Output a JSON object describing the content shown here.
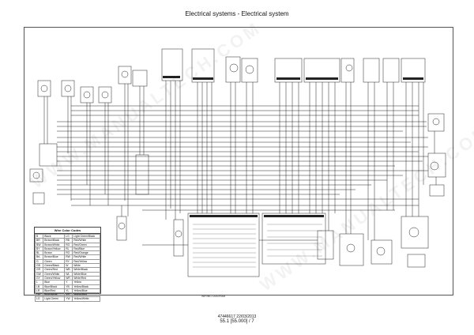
{
  "header": {
    "title": "Electrical systems - Electrical system"
  },
  "legend": {
    "title": "Wire Color Codes",
    "rows": [
      [
        "B",
        "Black",
        "LG",
        "Light Green/Black"
      ],
      [
        "BR",
        "Brown/Black",
        "RB",
        "Red/White"
      ],
      [
        "BW",
        "Brown/White",
        "RG",
        "Red/Green"
      ],
      [
        "BY",
        "Brown/Yellow",
        "RL",
        "Red/Blue"
      ],
      [
        "BL",
        "Brown",
        "RO",
        "Red/Orange"
      ],
      [
        "BrL",
        "Brown/Blue",
        "RW",
        "Red/White"
      ],
      [
        "G",
        "Green",
        "RY",
        "Red/Yellow"
      ],
      [
        "GB",
        "Green/Black",
        "W",
        "White"
      ],
      [
        "GR",
        "Green/Red",
        "WB",
        "White/Black"
      ],
      [
        "GW",
        "Green/White",
        "WL",
        "White/Blue"
      ],
      [
        "GY",
        "Green/Yellow",
        "WR",
        "White/Red"
      ],
      [
        "L",
        "Blue",
        "Y",
        "Yellow"
      ],
      [
        "LB",
        "Blue/Black",
        "YB",
        "Yellow/Black"
      ],
      [
        "LR",
        "Blue/Red",
        "YL",
        "Yellow/Blue"
      ],
      [
        "LW",
        "Blue/White",
        "YR",
        "Yellow/Red"
      ],
      [
        "LG",
        "Light Green",
        "YW",
        "Yellow/White"
      ]
    ]
  },
  "diagram_ref": "WIRING DIAGRAM",
  "footer": {
    "doc_number": "47446617 22/03/2013",
    "page": "55.1 [55.000] / 7"
  },
  "watermark": "WWW.MANUALTECH.COM"
}
